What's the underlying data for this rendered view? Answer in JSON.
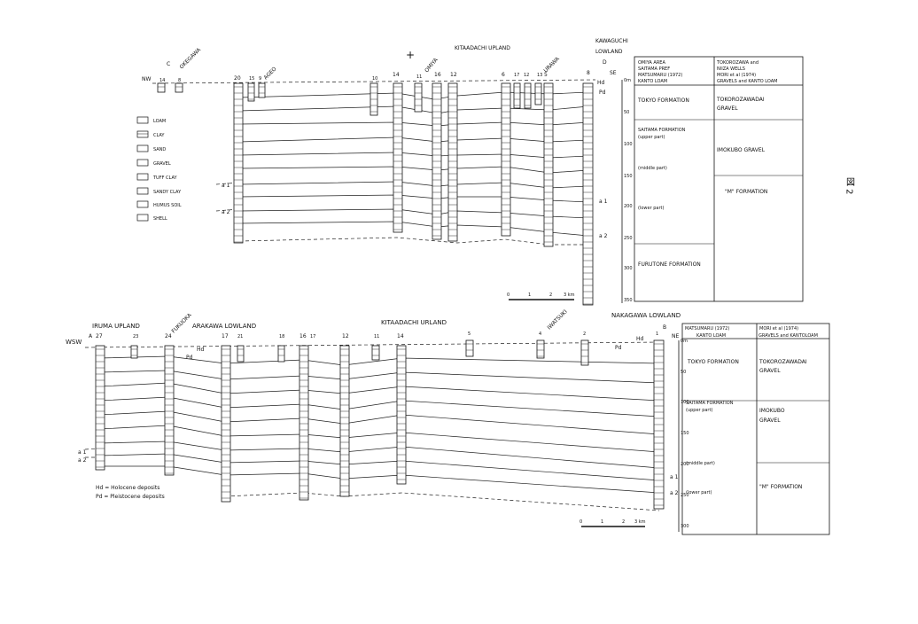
{
  "figure_label": "図 2",
  "top_section": {
    "end_left": "NW",
    "end_right": "SE",
    "section_start": "C",
    "section_end": "D",
    "places": [
      "OKEGAWA",
      "AGEO",
      "OMIYA",
      "KITAADACHI UPLAND",
      "URAWA"
    ],
    "right_region": "KAWAGUCHI\nLOWLAND",
    "borehole_ids": [
      "14",
      "8",
      "20",
      "15",
      "9",
      "10",
      "14",
      "11",
      "16",
      "12",
      "6",
      "17",
      "12",
      "13",
      "5",
      "8"
    ],
    "horizons_left": [
      "a 1",
      "a 2"
    ],
    "horizons_right": [
      "a 1",
      "a 2"
    ],
    "hd": "Hd",
    "pd": "Pd",
    "depth_labels": [
      "0m",
      "50",
      "100",
      "150",
      "200",
      "250",
      "300",
      "350"
    ],
    "table_header_1": [
      "OMIYA AREA",
      "SAITAMA PREF",
      "MATSUMARU (1972)",
      "KANTO LOAM"
    ],
    "table_header_2": [
      "TOKOROZAWA and",
      "NIIZA WELLS",
      "MORI et al (1974)",
      "GRAVELS and KANTO LOAM"
    ],
    "table_col1": [
      "TOKYO FORMATION",
      "SAITAMA FORMATION",
      "(upper part)",
      "(middle part)",
      "(lower part)",
      "FURUTONE FORMATION"
    ],
    "table_col2": [
      "TOKOROZAWADAI",
      "GRAVEL",
      "IMOKUBO GRAVEL",
      "\"M\" FORMATION"
    ],
    "scale": [
      "0",
      "1",
      "2",
      "3 km"
    ]
  },
  "legend": {
    "items": [
      "LOAM",
      "CLAY",
      "SAND",
      "GRAVEL",
      "TUFF CLAY",
      "SANDY CLAY",
      "HUMUS SOIL",
      "SHELL"
    ]
  },
  "bottom_section": {
    "end_left": "WSW",
    "end_right": "NE",
    "section_start": "A",
    "section_end": "B",
    "places": [
      "IRUMA UPLAND",
      "FUKUOKA",
      "ARAKAWA LOWLAND",
      "KITAADACHI URLAND",
      "IWATSUKI",
      "NAKAGAWA LOWLAND"
    ],
    "borehole_ids": [
      "27",
      "23",
      "24",
      "17",
      "21",
      "18",
      "16",
      "17",
      "12",
      "11",
      "14",
      "5",
      "4",
      "2",
      "1"
    ],
    "horizons_left": [
      "a 1",
      "a 2"
    ],
    "horizons_right": [
      "a 1",
      "a 2"
    ],
    "hd": "Hd",
    "pd": "Pd",
    "depth_labels": [
      "0m",
      "50",
      "100",
      "150",
      "200",
      "250",
      "300"
    ],
    "table_header_1": [
      "MATSUMARU (1972)",
      "KANTO LOAM"
    ],
    "table_header_2": [
      "MORI et al (1974)",
      "GRAVELS and KANTOLOAM"
    ],
    "table_col1": [
      "TOKYO FORMATION",
      "SAITAMA FORMATION",
      "(upper part)",
      "(middle part)",
      "(lower part)"
    ],
    "table_col2": [
      "TOKOROZAWADAI",
      "GRAVEL",
      "IMOKUBO",
      "GRAVEL",
      "\"M\" FORMATION"
    ],
    "note_hd": "Hd = Holocene deposits",
    "note_pd": "Pd = Pleistocene deposits",
    "scale": [
      "0",
      "1",
      "2",
      "3 km"
    ]
  }
}
